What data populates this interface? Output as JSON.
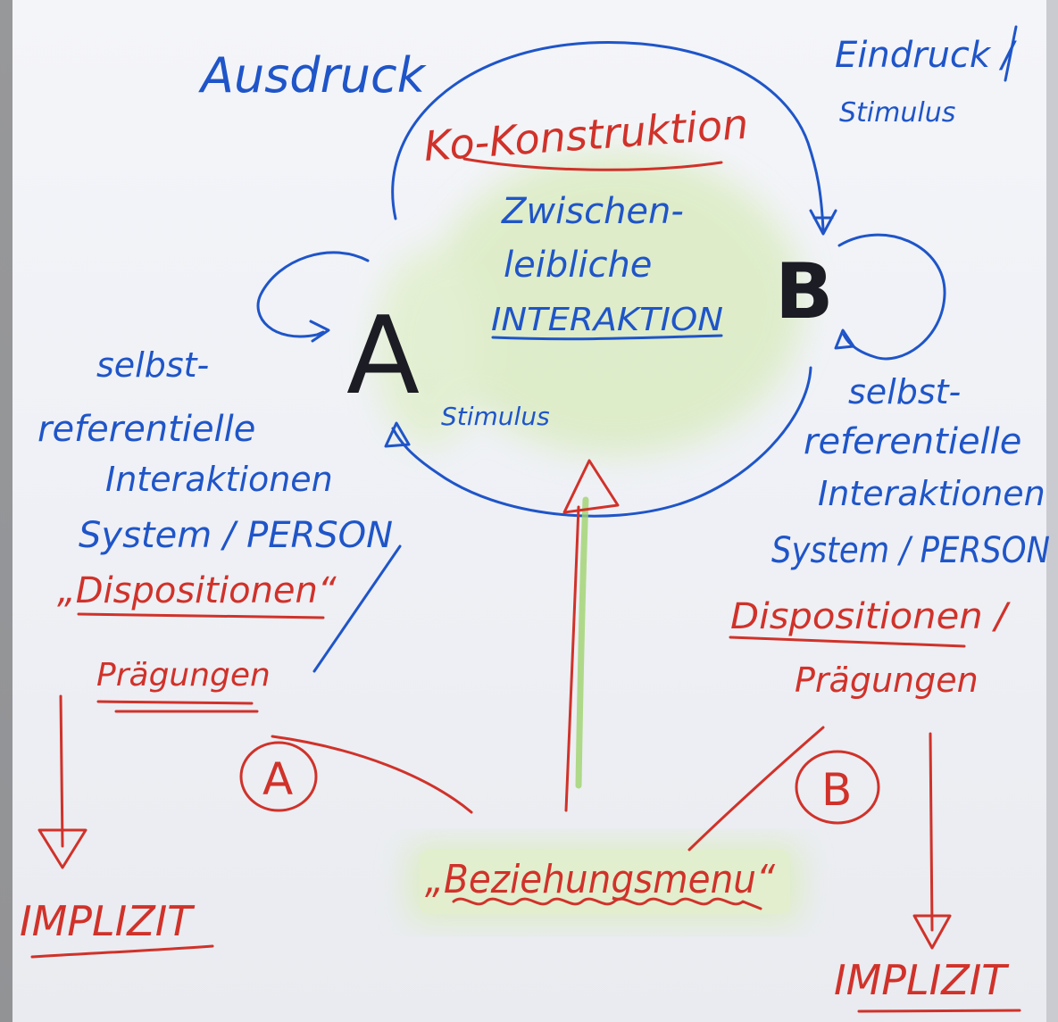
{
  "colors": {
    "blue_marker": "#1f55c8",
    "red_marker": "#d0322a",
    "black_marker": "#1c1c24",
    "green_marker": "#a8d97a",
    "paper": "#f1f2f6"
  },
  "labels": {
    "ausdruck": "Ausdruck",
    "eindruck": "Eindruck /",
    "eindruck_stimulus": "Stimulus",
    "ko_konstruktion": "Ko-Konstruktion",
    "zwischen": "Zwischen-",
    "leibliche": "leibliche",
    "interaktion": "INTERAKTION",
    "node_a": "A",
    "node_b": "B",
    "stimulus_inner": "Stimulus",
    "left": {
      "selbst": "selbst-",
      "referentielle": "referentielle",
      "interaktionen": "Interaktionen",
      "system_person": "System / PERSON",
      "dispositionen": "„Dispositionen“",
      "praegungen": "Prägungen",
      "circle_label": "A",
      "implizit": "IMPLIZIT"
    },
    "right": {
      "selbst": "selbst-",
      "referentielle": "referentielle",
      "interaktionen": "Interaktionen",
      "system_person": "System / PERSON",
      "dispositionen": "Dispositionen /",
      "praegungen": "Prägungen",
      "circle_label": "B",
      "implizit": "IMPLIZIT"
    },
    "beziehungsmenu": "„Beziehungsmenu“"
  }
}
